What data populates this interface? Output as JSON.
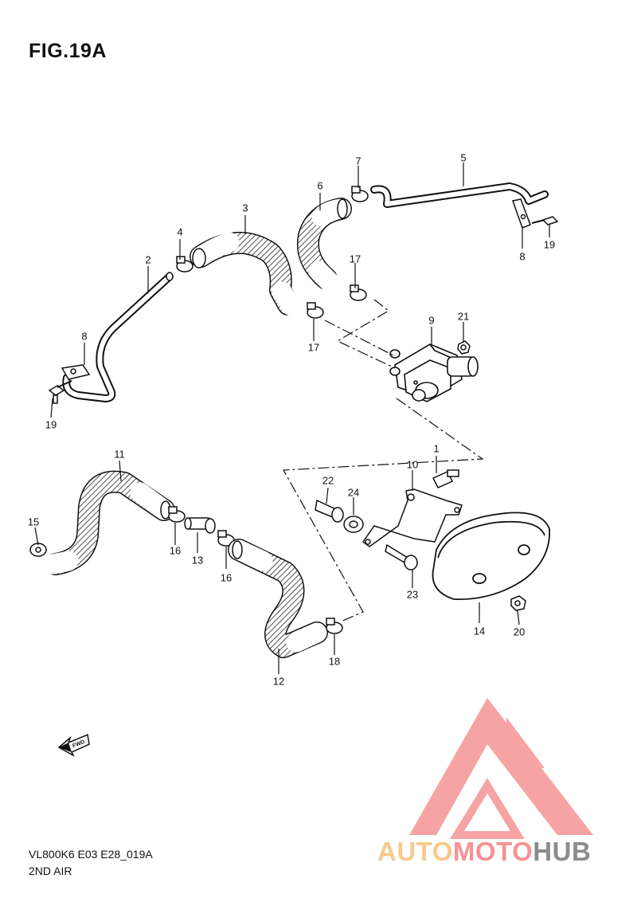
{
  "figure": {
    "title": "FIG.19A",
    "model_code": "VL800K6 E03 E28_019A",
    "section": "2ND AIR"
  },
  "callouts": [
    {
      "id": "c1",
      "label": "1"
    },
    {
      "id": "c2",
      "label": "2"
    },
    {
      "id": "c3",
      "label": "3"
    },
    {
      "id": "c4",
      "label": "4"
    },
    {
      "id": "c5",
      "label": "5"
    },
    {
      "id": "c6",
      "label": "6"
    },
    {
      "id": "c7",
      "label": "7"
    },
    {
      "id": "c8a",
      "label": "8"
    },
    {
      "id": "c8b",
      "label": "8"
    },
    {
      "id": "c9",
      "label": "9"
    },
    {
      "id": "c10",
      "label": "10"
    },
    {
      "id": "c11",
      "label": "11"
    },
    {
      "id": "c12",
      "label": "12"
    },
    {
      "id": "c13",
      "label": "13"
    },
    {
      "id": "c14",
      "label": "14"
    },
    {
      "id": "c15",
      "label": "15"
    },
    {
      "id": "c16a",
      "label": "16"
    },
    {
      "id": "c16b",
      "label": "16"
    },
    {
      "id": "c17a",
      "label": "17"
    },
    {
      "id": "c17b",
      "label": "17"
    },
    {
      "id": "c18",
      "label": "18"
    },
    {
      "id": "c19a",
      "label": "19"
    },
    {
      "id": "c19b",
      "label": "19"
    },
    {
      "id": "c20",
      "label": "20"
    },
    {
      "id": "c21",
      "label": "21"
    },
    {
      "id": "c22",
      "label": "22"
    },
    {
      "id": "c23",
      "label": "23"
    },
    {
      "id": "c24",
      "label": "24"
    }
  ],
  "direction_badge": "FWD",
  "watermark": {
    "part1": "AUTO",
    "part2": "MOTO",
    "part3": "HUB",
    "colors": {
      "auto": "#f7c98c",
      "moto": "#f59393",
      "hub": "#8c8c8c",
      "triangle": "#f59393"
    }
  }
}
